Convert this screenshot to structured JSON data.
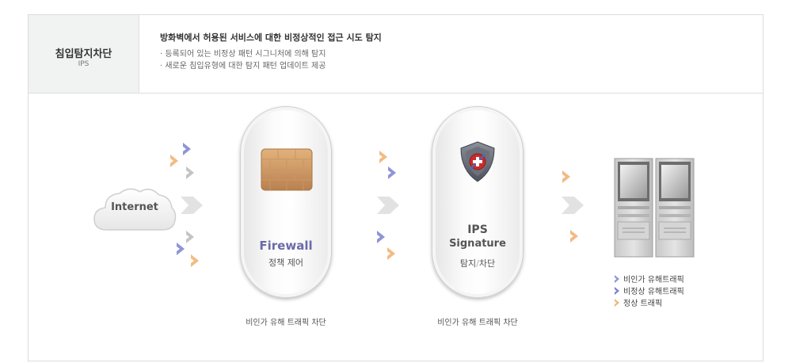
{
  "header": {
    "title": "침입탐지차단",
    "subtitle": "IPS",
    "description_title": "방화벽에서 허용된 서비스에 대한 비정상적인 접근 시도 탐지",
    "description_items": [
      "등록되어 있는 비정상 패턴 시그니처에 의해 탐지",
      "새로운 침입유형에 대한 탐지 패턴 업데이트 제공"
    ]
  },
  "diagram": {
    "internet_label": "Internet",
    "firewall": {
      "title": "Firewall",
      "subtitle": "정책 제어",
      "caption": "비인가 유해 트래픽 차단",
      "icon": "brick-wall-icon"
    },
    "ips": {
      "title_line1": "IPS",
      "title_line2": "Signature",
      "subtitle_a": "탐지",
      "subtitle_sep": "/",
      "subtitle_b": "차단",
      "caption": "비인가 유해 트래픽 차단",
      "icon": "shield-icon"
    },
    "server_icon": "server-rack-icon",
    "legend": [
      {
        "label": "비인가 유해트래픽",
        "color": "#8a8fd0"
      },
      {
        "label": "비정상 유해트래픽",
        "color": "#7b80cc"
      },
      {
        "label": "정상 트래픽",
        "color": "#f0b67a"
      }
    ]
  },
  "colors": {
    "purple_arrow": "#8f95d6",
    "orange_arrow": "#f2bb83",
    "gray_arrow": "#c4c4c4",
    "firewall_title": "#6a6aa8",
    "ips_title": "#555555"
  }
}
